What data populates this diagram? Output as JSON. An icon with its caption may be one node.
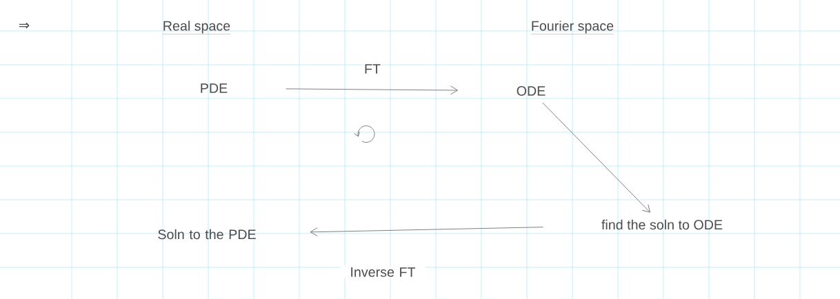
{
  "diagram": {
    "nodes": [
      {
        "text": [
          "PDE"
        ]
      },
      {
        "text": [
          "ODE"
        ]
      },
      {
        "text": [
          "find the soln to ODE"
        ]
      },
      {
        "text": [
          "Soln to the PDE"
        ]
      }
    ],
    "edges": [
      {
        "from": 0,
        "to": 1,
        "arrow": "to",
        "label": "FT"
      },
      {
        "from": 1,
        "to": 2,
        "arrow": "to"
      },
      {
        "from": 2,
        "to": 3,
        "arrow": "to",
        "label": "Inverse FT"
      }
    ],
    "labels": [
      "⇒",
      "Real space",
      "Fourier space"
    ]
  }
}
